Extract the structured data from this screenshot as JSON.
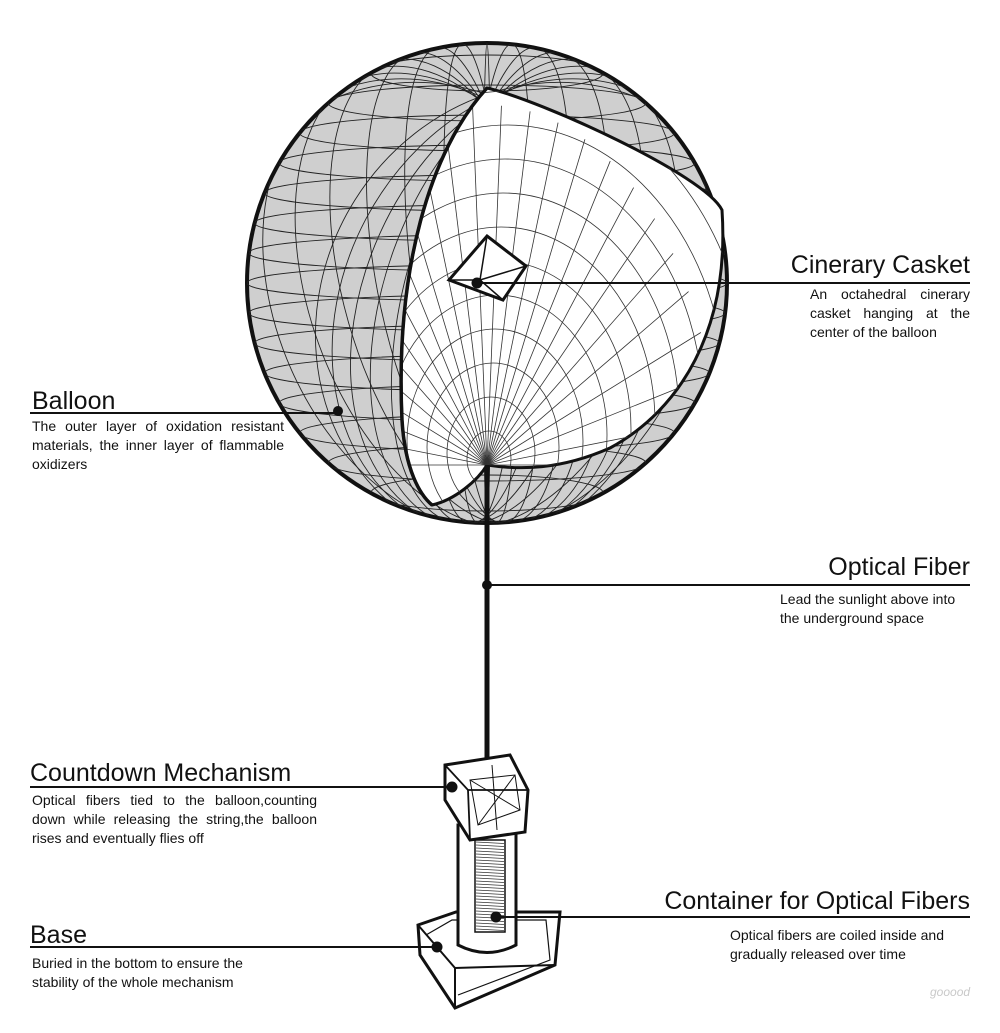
{
  "labels": {
    "cinerary_casket": {
      "title": "Cinerary Casket",
      "desc": "An octahedral cinerary casket hanging at the center of the balloon"
    },
    "balloon": {
      "title": "Balloon",
      "desc": "The outer layer of oxidation resistant materials, the inner layer of flammable oxidizers"
    },
    "optical_fiber": {
      "title": "Optical Fiber",
      "desc": "Lead the sunlight above into the underground space"
    },
    "countdown": {
      "title": "Countdown Mechanism",
      "desc": "Optical fibers tied to the balloon,counting down while releasing the string,the balloon rises and eventually flies off"
    },
    "container": {
      "title": "Container for Optical Fibers",
      "desc": "Optical fibers are coiled inside and gradually released over time"
    },
    "base": {
      "title": "Base",
      "desc": "Buried in the bottom to ensure the stability of the whole mechanism"
    }
  },
  "watermark": "gooood"
}
